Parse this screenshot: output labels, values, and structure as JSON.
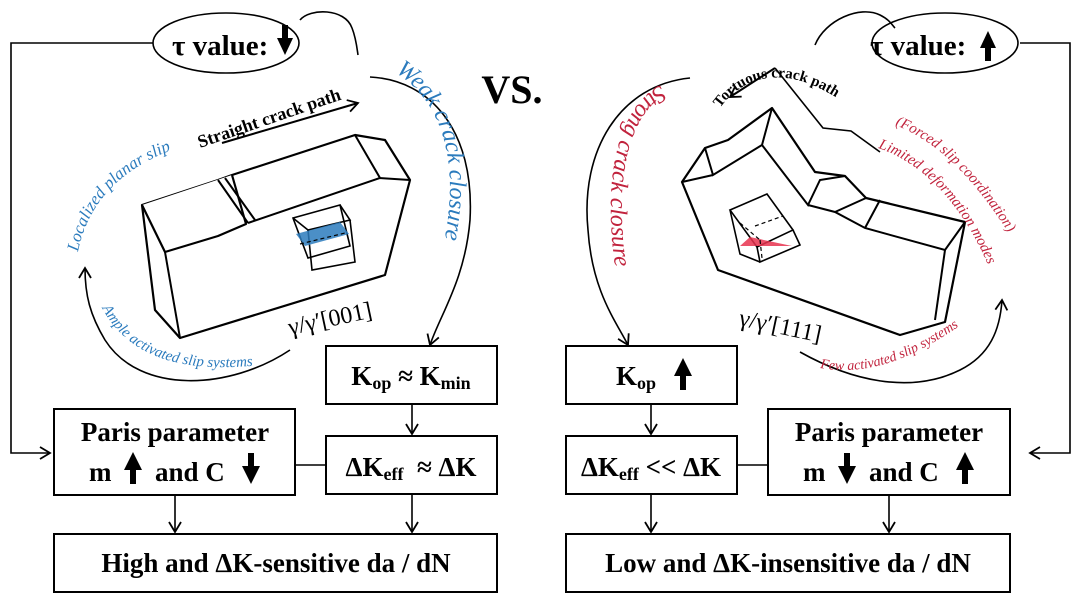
{
  "vs_label": "VS.",
  "left": {
    "tau_label": "τ value:",
    "tau_direction": "down",
    "crack_path": "Straight crack path",
    "closure": "Weak crack closure",
    "slip_top": "Localized planar slip",
    "slip_bottom": "Ample activated slip systems",
    "orientation": "γ/γ′[001]",
    "kop_box": {
      "main": "K",
      "sub": "op",
      "rel": " ≈ ",
      "main2": "K",
      "sub2": "min"
    },
    "dkeff_box": {
      "main": "ΔK",
      "sub": "eff",
      "rel": "  ≈ ΔK"
    },
    "paris_box": {
      "line1": "Paris parameter",
      "m": "m",
      "and_c": "and C",
      "m_dir": "up",
      "c_dir": "down"
    },
    "result_box": "High and ΔK-sensitive da / dN",
    "color": "#2b7bbd"
  },
  "right": {
    "tau_label": "τ value:",
    "tau_direction": "up",
    "crack_path": "Tortuous crack path",
    "closure": "Strong crack closure",
    "mech_line1": "(Forced slip coordination)",
    "mech_line2": "Limited deformation modes",
    "slip_bottom": "Few activated slip systems",
    "orientation": "γ/γ′[111]",
    "kop_box": {
      "main": "K",
      "sub": "op",
      "dir": "up"
    },
    "dkeff_box": {
      "main": "ΔK",
      "sub": "eff",
      "rel": " << ΔK"
    },
    "paris_box": {
      "line1": "Paris parameter",
      "m": "m",
      "and_c": "and C",
      "m_dir": "down",
      "c_dir": "up"
    },
    "result_box": "Low and ΔK-insensitive da / dN",
    "color": "#c1233d"
  }
}
